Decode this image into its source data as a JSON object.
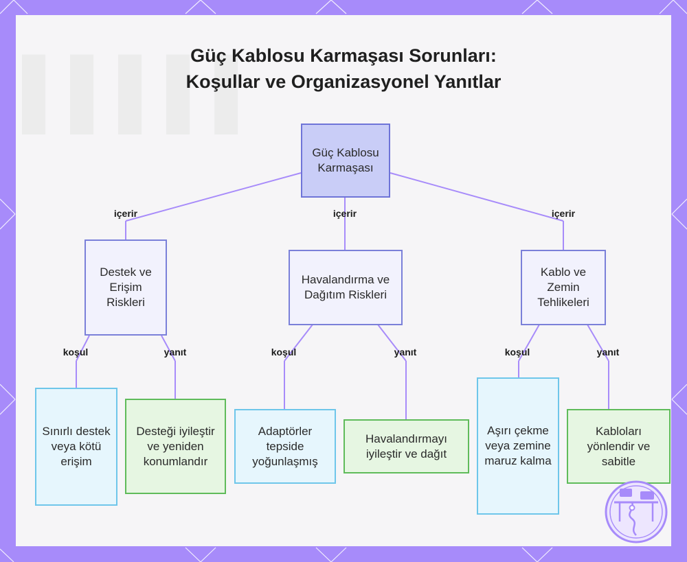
{
  "title": {
    "line1": "Güç Kablosu Karmaşası Sorunları:",
    "line2": "Koşullar ve Organizasyonel Yanıtlar"
  },
  "nodes": {
    "root": "Güç Kablosu Karmaşası",
    "support_risks": "Destek ve Erişim Riskleri",
    "ventilation_risks": "Havalandırma ve Dağıtım Riskleri",
    "cable_hazards": "Kablo ve Zemin Tehlikeleri",
    "support_condition": "Sınırlı destek veya kötü erişim",
    "support_response": "Desteği iyileştir ve yeniden konumlandır",
    "ventilation_condition": "Adaptörler tepside yoğunlaşmış",
    "ventilation_response": "Havalandırmayı iyileştir ve dağıt",
    "cable_condition": "Aşırı çekme veya zemine maruz kalma",
    "cable_response": "Kabloları yönlendir ve sabitle"
  },
  "edge_labels": {
    "contains": "içerir",
    "condition": "koşul",
    "response": "yanıt"
  },
  "colors": {
    "frame": "#a78bfa",
    "line": "#a78bfa",
    "root_fill": "#c9cdf7",
    "mid_fill": "#f2f2fd",
    "condition_fill": "#e6f6fd",
    "response_fill": "#e6f6e2"
  },
  "logo": "desk-cable-logo-icon"
}
